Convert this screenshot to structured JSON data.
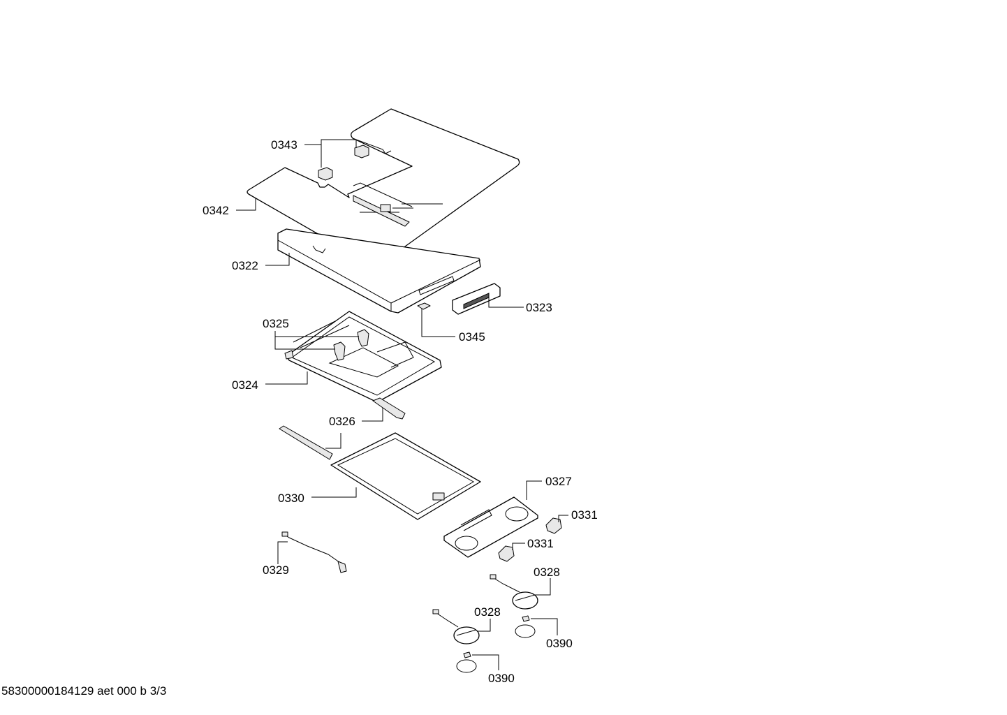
{
  "diagram": {
    "labels": {
      "p0343": "0343",
      "p0342": "0342",
      "p0322": "0322",
      "p0323": "0323",
      "p0345": "0345",
      "p0325": "0325",
      "p0324": "0324",
      "p0326": "0326",
      "p0330": "0330",
      "p0327": "0327",
      "p0331a": "0331",
      "p0331b": "0331",
      "p0329": "0329",
      "p0328a": "0328",
      "p0328b": "0328",
      "p0390a": "0390",
      "p0390b": "0390"
    },
    "footer": "58300000184129 aet 000 b 3/3"
  }
}
